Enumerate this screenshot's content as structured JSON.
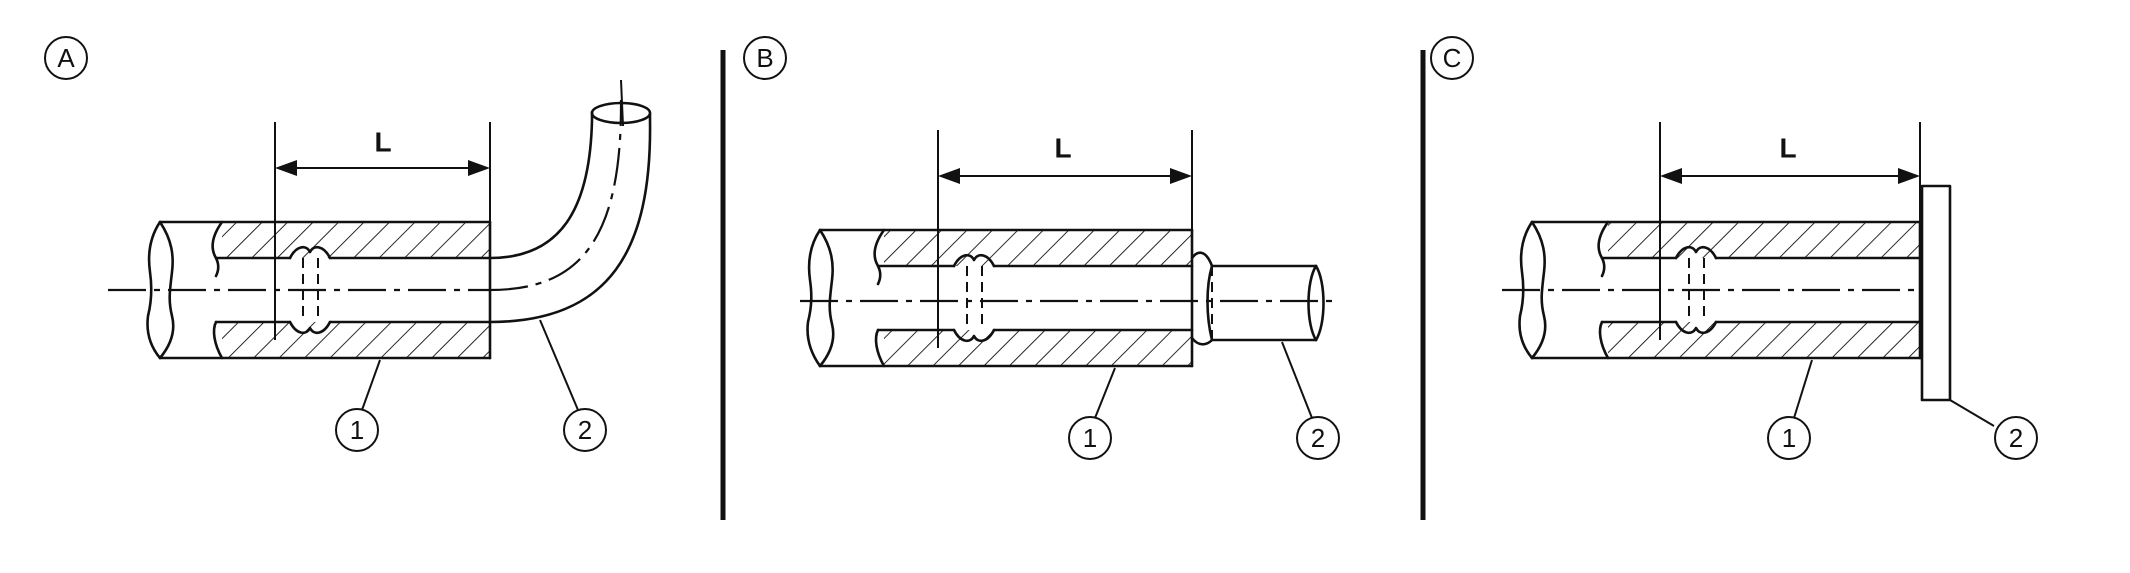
{
  "panels": [
    {
      "id": "a",
      "label": "A",
      "dimension": "L",
      "callout_1": "1",
      "callout_2": "2"
    },
    {
      "id": "b",
      "label": "B",
      "dimension": "L",
      "callout_1": "1",
      "callout_2": "2"
    },
    {
      "id": "c",
      "label": "C",
      "dimension": "L",
      "callout_1": "1",
      "callout_2": "2"
    }
  ],
  "colors": {
    "ink": "#111111",
    "background": "#ffffff"
  }
}
